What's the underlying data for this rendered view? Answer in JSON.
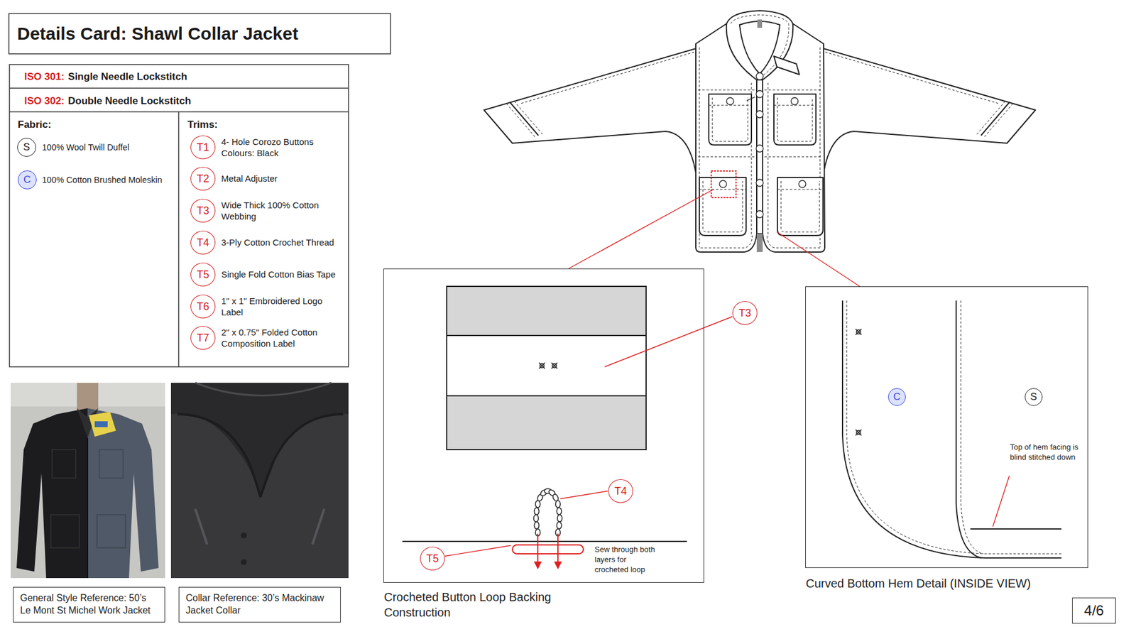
{
  "diagram": {
    "title": "Details Card: Shawl Collar Jacket",
    "nodes": [
      {
        "text": [
          "S"
        ]
      },
      {
        "text": [
          "C"
        ]
      },
      {
        "text": [
          "T1"
        ]
      },
      {
        "text": [
          "T2"
        ]
      },
      {
        "text": [
          "T3"
        ]
      },
      {
        "text": [
          "T4"
        ]
      },
      {
        "text": [
          "T5"
        ]
      },
      {
        "text": [
          "T6"
        ]
      },
      {
        "text": [
          "T7"
        ]
      },
      {
        "text": [
          "General Style Reference: 50’s Le Mont St Michel Work Jacket"
        ]
      },
      {
        "text": [
          "Collar Reference: 30’s Mackinaw Jacket Collar"
        ]
      },
      {
        "text": [
          "Crocheted Button Loop Backing Construction"
        ]
      },
      {
        "text": [
          "T3"
        ]
      },
      {
        "text": [
          "T4"
        ],
        "in": 11
      },
      {
        "text": [
          "T5"
        ],
        "in": 11
      },
      {
        "text": [
          "Curved Bottom Hem Detail (INSIDE VIEW)"
        ]
      },
      {
        "text": [
          "C"
        ],
        "in": 15
      },
      {
        "text": [
          "S"
        ],
        "in": 15
      },
      {
        "text": [
          "4/6"
        ]
      }
    ],
    "labels": [
      "ISO 301:",
      "Single Needle Lockstitch",
      "ISO 302:",
      "Double Needle Lockstitch",
      "Fabric:",
      "100% Wool Twill Duffel",
      "100% Cotton Brushed Moleskin",
      "Trims:",
      "4- Hole Corozo Buttons Colours: Black",
      "Metal Adjuster",
      "Wide Thick 100% Cotton Webbing",
      "3-Ply Cotton Crochet Thread",
      "Single Fold Cotton Bias Tape",
      "1\" x 1\" Embroidered Logo Label",
      "2\" x 0.75\" Folded Cotton Composition Label",
      "Sew through both layers for crocheted loop",
      "Top of hem facing is blind stitched down"
    ]
  }
}
